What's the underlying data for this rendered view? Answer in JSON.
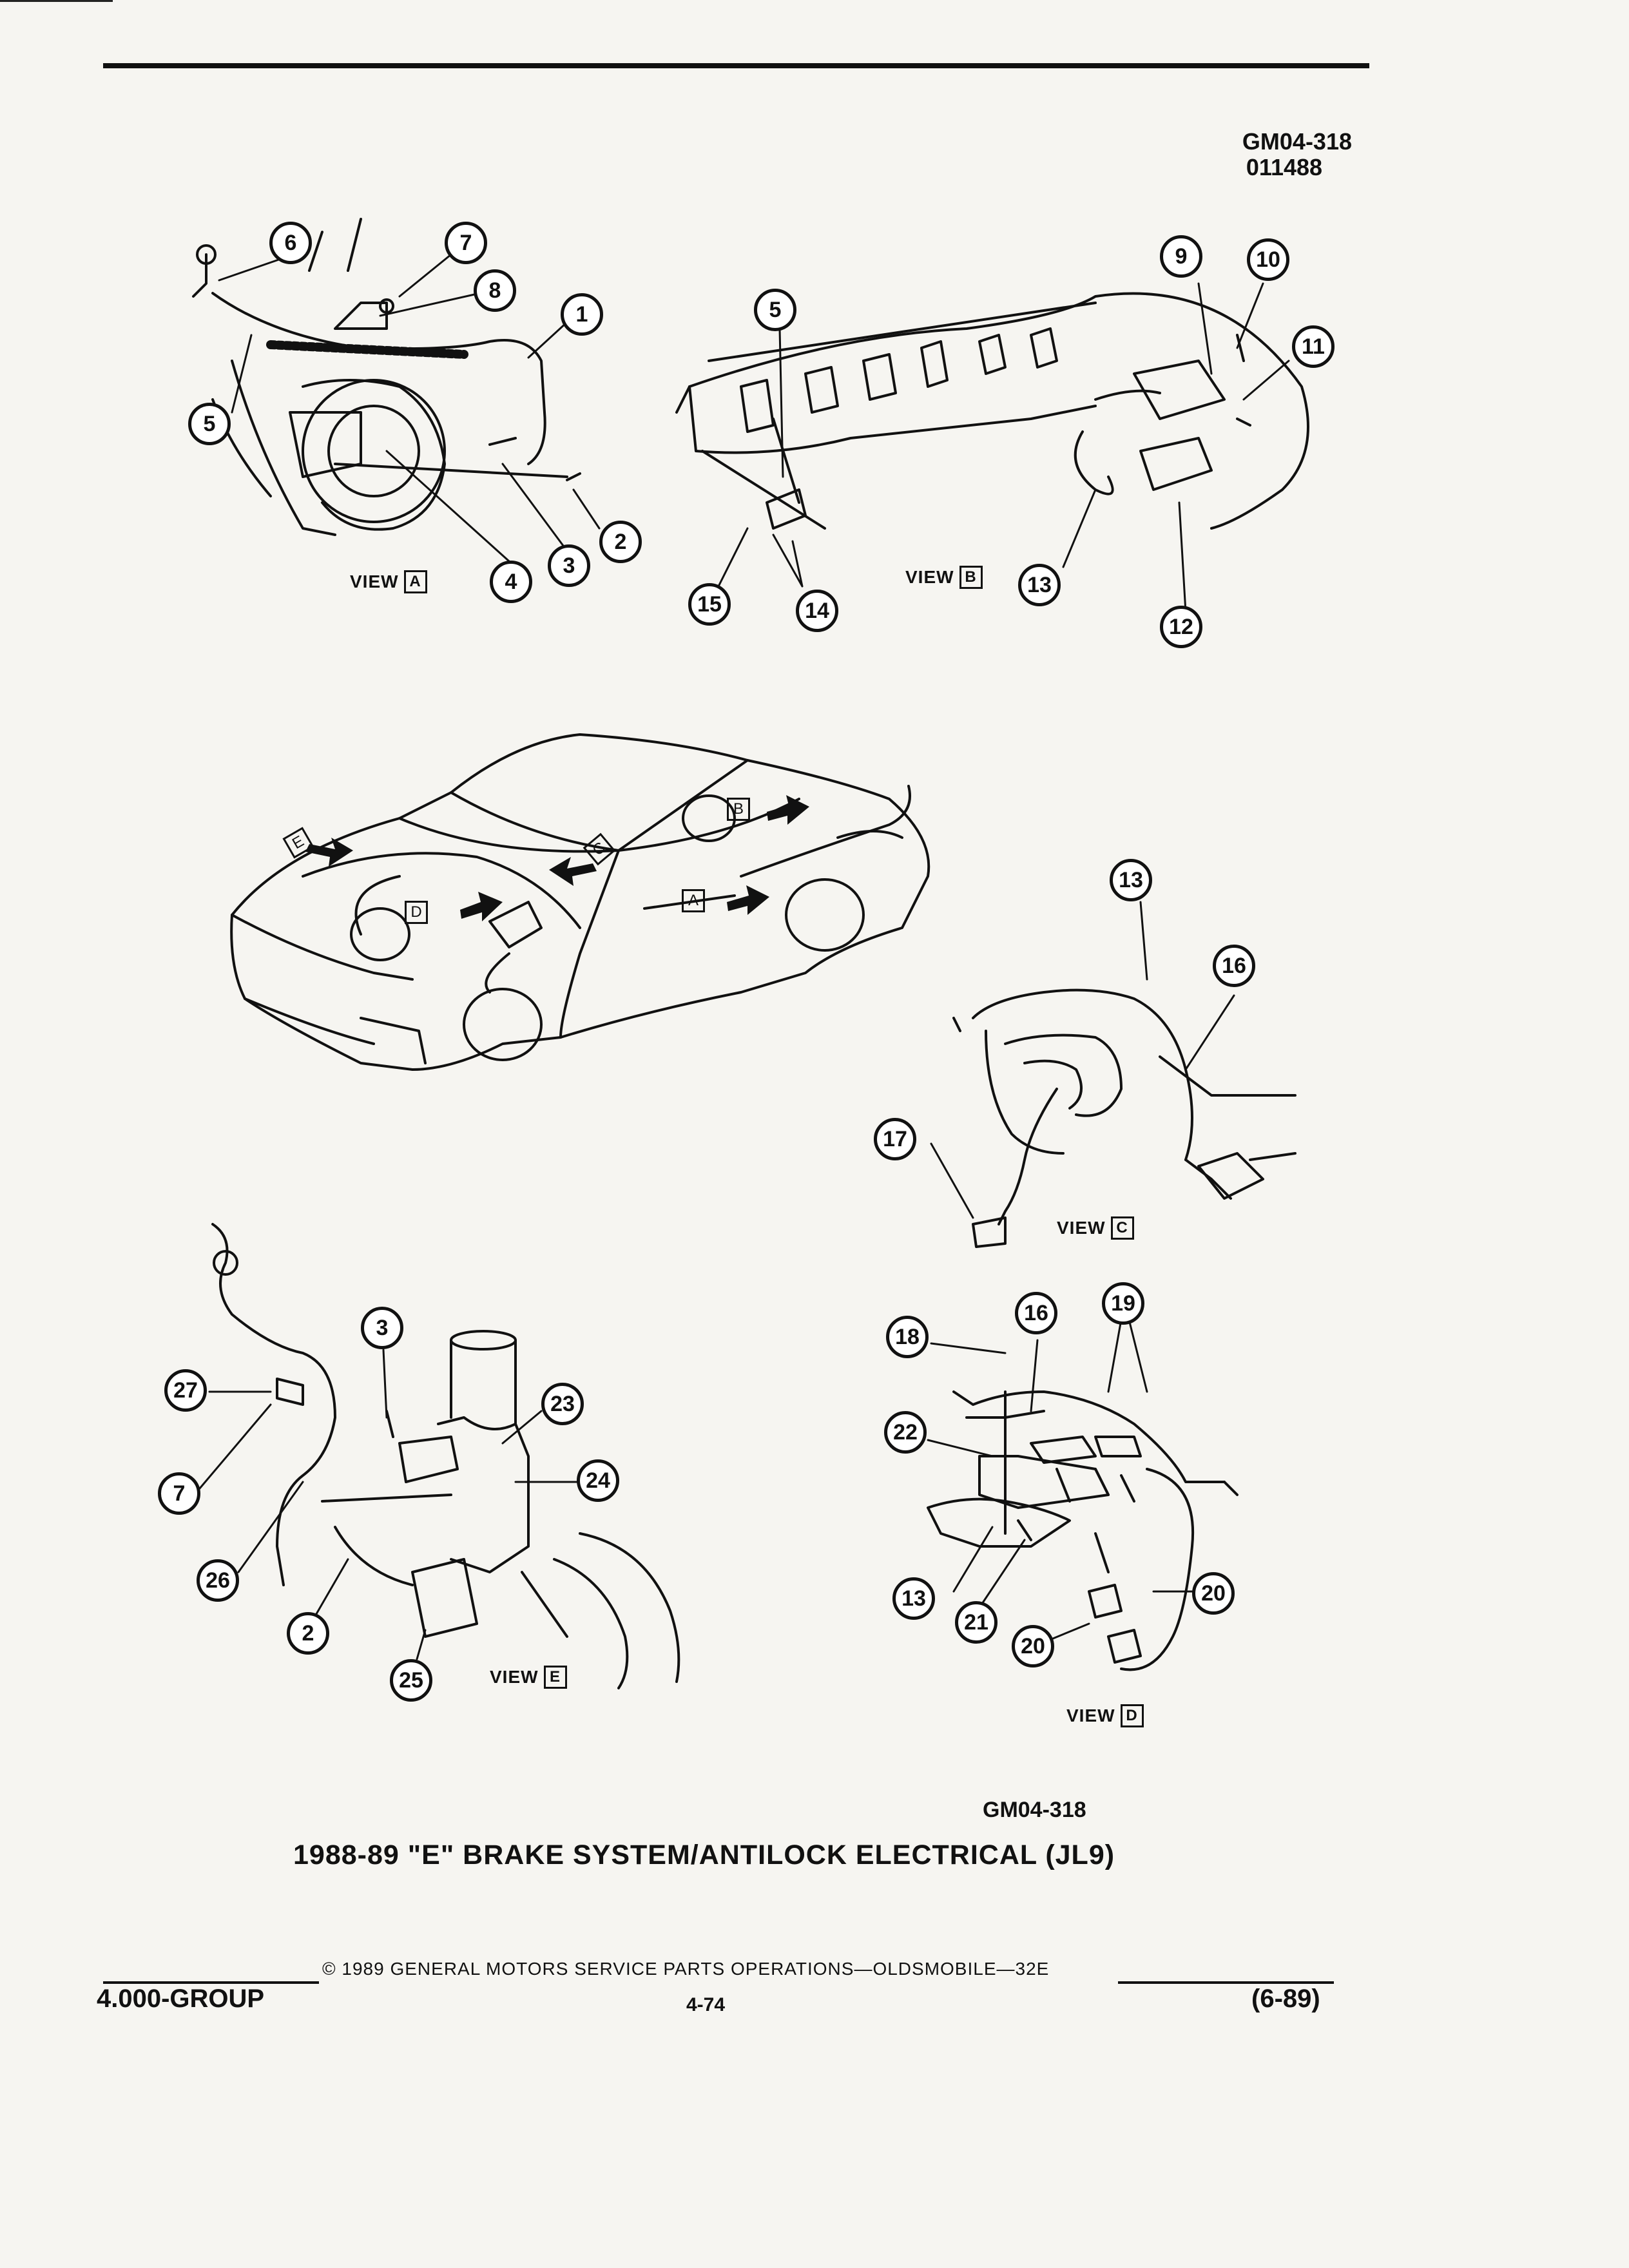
{
  "header": {
    "code_line1": "GM04-318",
    "code_line2": "011488"
  },
  "views": {
    "a": {
      "label": "VIEW",
      "letter": "A"
    },
    "b": {
      "label": "VIEW",
      "letter": "B"
    },
    "c": {
      "label": "VIEW",
      "letter": "C"
    },
    "d": {
      "label": "VIEW",
      "letter": "D"
    },
    "e": {
      "label": "VIEW",
      "letter": "E"
    }
  },
  "car_arrows": [
    "A",
    "B",
    "C",
    "D",
    "E"
  ],
  "callouts": {
    "a": [
      "6",
      "7",
      "8",
      "1",
      "5",
      "2",
      "3",
      "4"
    ],
    "b": [
      "5",
      "9",
      "10",
      "11",
      "13",
      "12",
      "15",
      "14"
    ],
    "c": [
      "13",
      "16",
      "17"
    ],
    "e": [
      "3",
      "23",
      "27",
      "24",
      "7",
      "26",
      "2",
      "25"
    ],
    "d": [
      "18",
      "16",
      "19",
      "22",
      "13",
      "21",
      "20",
      "20"
    ]
  },
  "figure": {
    "code": "GM04-318",
    "caption": "1988-89 \"E\" BRAKE SYSTEM/ANTILOCK ELECTRICAL (JL9)"
  },
  "footer": {
    "copyright": "© 1989 GENERAL MOTORS SERVICE PARTS OPERATIONS—OLDSMOBILE—32E",
    "group": "4.000-GROUP",
    "page": "4-74",
    "date": "(6-89)"
  }
}
